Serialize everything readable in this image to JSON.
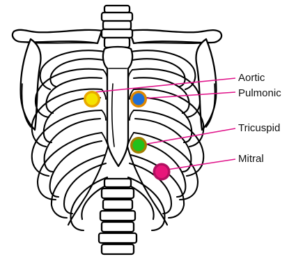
{
  "image": {
    "background_color": "#ffffff",
    "figure": "rib-cage-line-drawing"
  },
  "markers": [
    {
      "id": "aortic",
      "label": "Aortic",
      "color": "#f5e300",
      "halo": "#e8a800"
    },
    {
      "id": "pulmonic",
      "label": "Pulmonic",
      "color": "#1f6fd6",
      "halo": "#e08800"
    },
    {
      "id": "tricuspid",
      "label": "Tricuspid",
      "color": "#22c01a",
      "halo": "#a07f00"
    },
    {
      "id": "mitral",
      "label": "Mitral",
      "color": "#e8167a",
      "halo": "#b01060"
    }
  ],
  "leader_color": "#e0148a"
}
